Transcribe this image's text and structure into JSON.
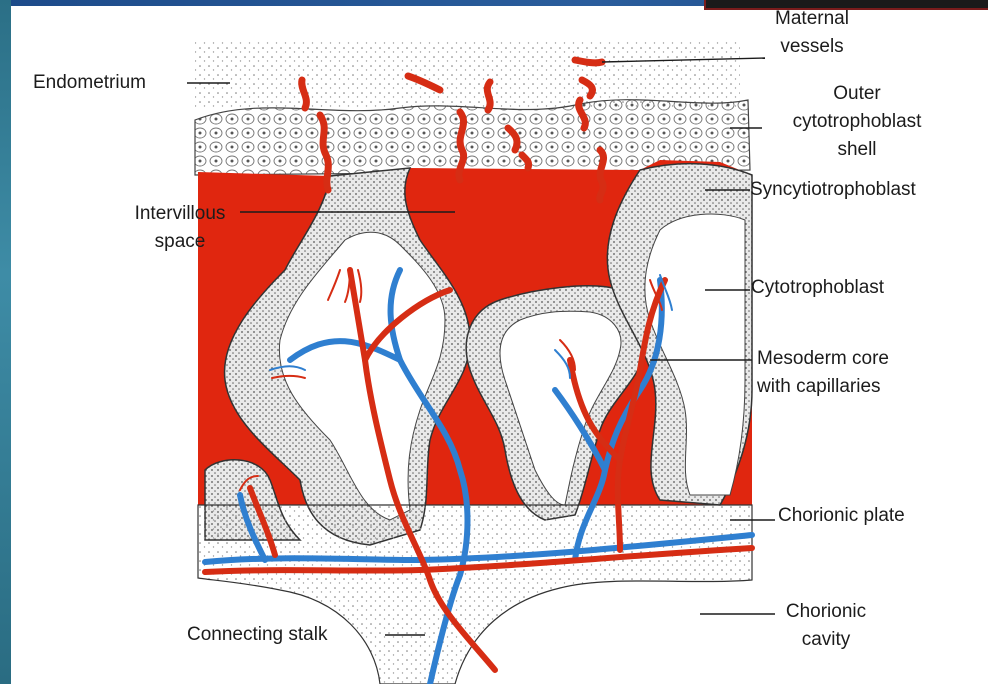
{
  "labels": {
    "maternal_vessels": [
      "Maternal",
      "vessels"
    ],
    "endometrium": "Endometrium",
    "outer_shell": [
      "Outer",
      "cytotrophoblast",
      "shell"
    ],
    "syncytiotrophoblast": "Syncytiotrophoblast",
    "intervillous_space": [
      "Intervillous",
      "space"
    ],
    "cytotrophoblast": "Cytotrophoblast",
    "mesoderm_core": [
      "Mesoderm core",
      "with capillaries"
    ],
    "chorionic_plate": "Chorionic plate",
    "connecting_stalk": "Connecting stalk",
    "chorionic_cavity": [
      "Chorionic",
      "cavity"
    ]
  },
  "colors": {
    "maternal_blood": "#e0260f",
    "fetal_artery": "#d62d14",
    "fetal_vein": "#2f7fd0",
    "trophoblast_stipple": "#555555",
    "line": "#1c1c1c"
  }
}
